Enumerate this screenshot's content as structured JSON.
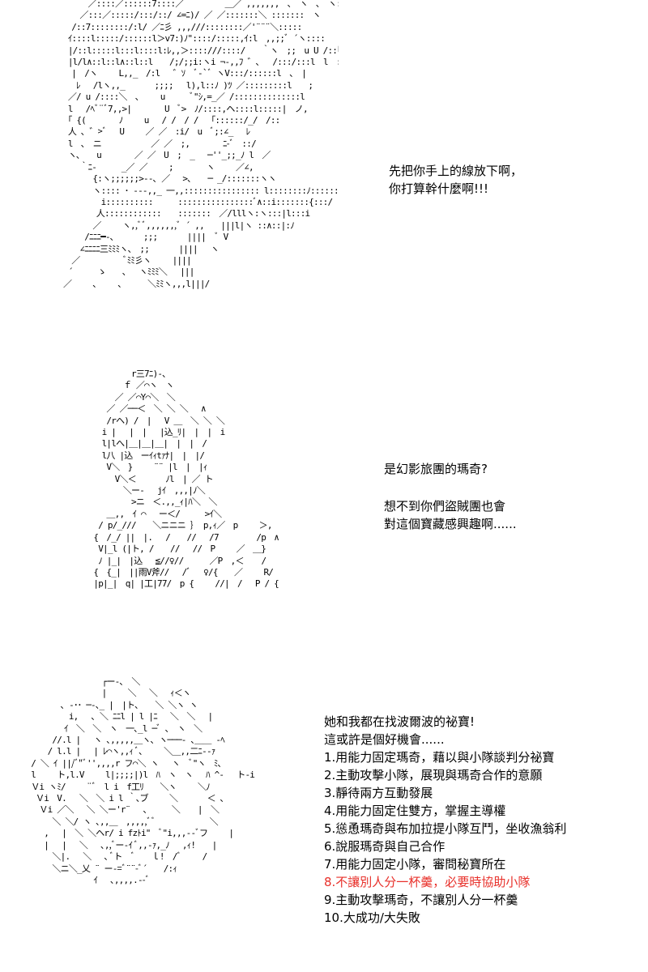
{
  "panels": [
    {
      "art_description": "text-art character looking to the side, frightened, wrapped in a scarf",
      "dialogue": [
        "先把你手上的線放下啊，",
        "你打算幹什麼啊!!!"
      ]
    },
    {
      "art_description": "text-art character in a coat, looking down",
      "dialogue": [
        "是幻影旅團的瑪奇?",
        "想不到你們盜賊團也會",
        "對這個寶藏感興趣啊......"
      ]
    },
    {
      "art_description": "text-art character with long hair, side view",
      "dialogue": [
        "她和我都在找波爾波的祕寶!",
        "這或許是個好機會......"
      ],
      "choices": [
        {
          "text": "1.用能力固定瑪奇，藉以與小隊談判分祕寶",
          "highlight": false
        },
        {
          "text": "2.主動攻擊小隊，展現與瑪奇合作的意願",
          "highlight": false
        },
        {
          "text": "3.靜待兩方互動發展",
          "highlight": false
        },
        {
          "text": "4.用能力固定住雙方，掌握主導權",
          "highlight": false
        },
        {
          "text": "5.慫恿瑪奇與布加拉提小隊互鬥，坐收漁翁利",
          "highlight": false
        },
        {
          "text": "6.說服瑪奇與自己合作",
          "highlight": false
        },
        {
          "text": "7.用能力固定小隊，審問秘寶所在",
          "highlight": false
        },
        {
          "text": "8.不讓別人分一杯羹，必要時協助小隊",
          "highlight": true
        },
        {
          "text": "9.主動攻擊瑪奇，不讓別人分一杯羹",
          "highlight": false
        },
        {
          "text": "10.大成功/大失敗",
          "highlight": false
        }
      ]
    }
  ],
  "colors": {
    "highlight": "#e8302a",
    "text": "#000000",
    "background": "#ffffff"
  }
}
